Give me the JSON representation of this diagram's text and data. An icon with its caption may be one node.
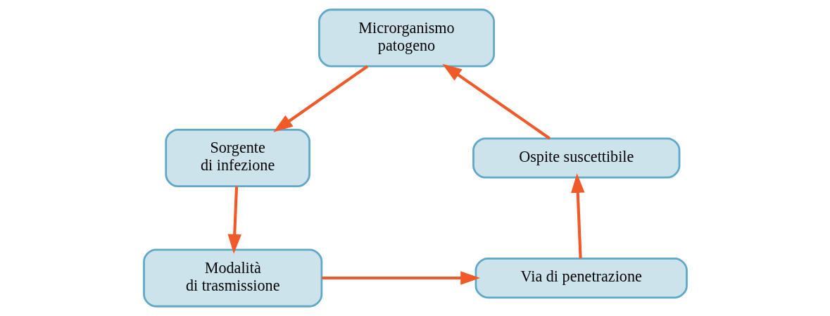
{
  "diagram": {
    "nodes": [
      {
        "text": [
          "Microrganismo patogeno"
        ]
      },
      {
        "text": [
          "Sorgente di infezione"
        ]
      },
      {
        "text": [
          "Modalità di trasmissione"
        ]
      },
      {
        "text": [
          "Via di penetrazione"
        ]
      },
      {
        "text": [
          "Ospite suscettibile"
        ]
      }
    ],
    "edges": [
      {
        "from": 0,
        "to": 1,
        "arrow": "to"
      },
      {
        "from": 1,
        "to": 2,
        "arrow": "to"
      },
      {
        "from": 2,
        "to": 3,
        "arrow": "to"
      },
      {
        "from": 3,
        "to": 4,
        "arrow": "to"
      },
      {
        "from": 4,
        "to": 0,
        "arrow": "to"
      }
    ]
  }
}
